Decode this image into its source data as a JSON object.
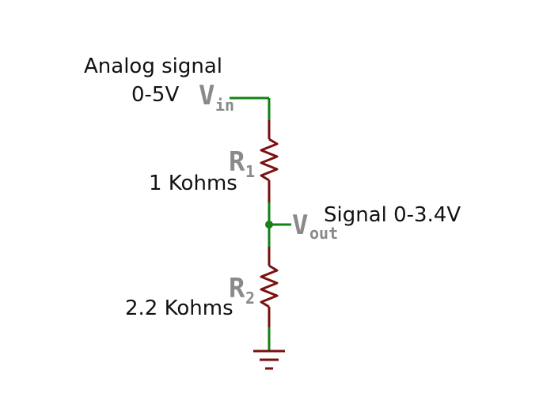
{
  "diagram": {
    "vin_note_line1": "Analog signal",
    "vin_note_line2": "0-5V",
    "vin_pin": "V",
    "vin_pin_sub": "in",
    "r1_label": "R",
    "r1_label_sub": "1",
    "r1_value": "1 Kohms",
    "vout_pin": "V",
    "vout_pin_sub": "out",
    "vout_note": "Signal 0-3.4V",
    "r2_label": "R",
    "r2_label_sub": "2",
    "r2_value": "2.2 Kohms"
  },
  "colors": {
    "wire": "#148214",
    "resistor": "#7a1010",
    "ground": "#7a1010",
    "pin_text": "#8a8a8a",
    "note_text": "#111111"
  }
}
